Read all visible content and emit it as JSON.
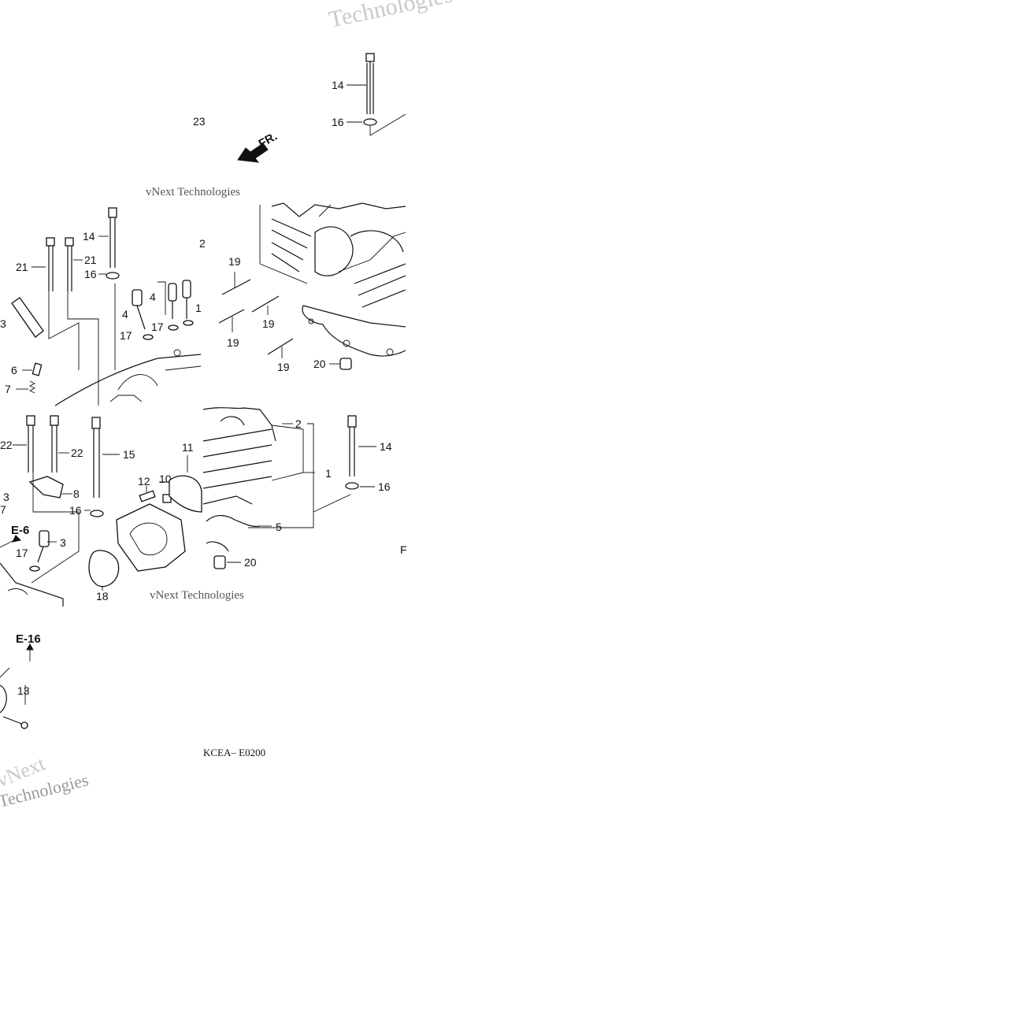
{
  "diagram": {
    "drawing_code": "KCEA– E0200",
    "front_indicator": "FR.",
    "references": [
      "E-6",
      "E-16"
    ],
    "watermarks": [
      "Technologies",
      "vNext Technologies",
      "vNext Technologies",
      "vNext",
      "Technologies"
    ],
    "cut_labels": {
      "label_23": "23",
      "label_2_top": "2",
      "label_F": "F",
      "label_11_partial": "1"
    },
    "labels": {
      "p1": "1",
      "p2": "2",
      "p3a": "3",
      "p3b": "3",
      "p4a": "4",
      "p4b": "4",
      "p5": "5",
      "p6": "6",
      "p7a": "7",
      "p7b": "7",
      "p8": "8",
      "p10": "10",
      "p11": "11",
      "p12": "12",
      "p13": "13",
      "p14a": "14",
      "p14b": "14",
      "p14c": "14",
      "p15": "15",
      "p16a": "16",
      "p16b": "16",
      "p16c": "16",
      "p16d": "16",
      "p17a": "17",
      "p17b": "17",
      "p17c": "17",
      "p18": "18",
      "p19a": "19",
      "p19b": "19",
      "p19c": "19",
      "p19d": "19",
      "p20a": "20",
      "p20b": "20",
      "p21a": "21",
      "p21b": "21",
      "p22a": "22",
      "p22b": "22"
    }
  }
}
